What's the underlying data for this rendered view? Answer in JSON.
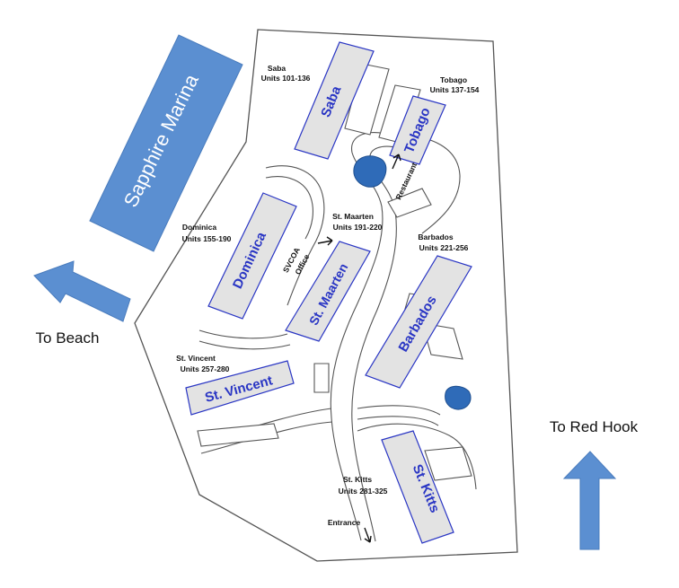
{
  "colors": {
    "marina": "#5b8fd1",
    "arrow": "#5b8fd1",
    "building_fill": "#e3e3e3",
    "building_outline": "#2a36c4",
    "building_text": "#2a36c4",
    "pond": "#2f6bb8"
  },
  "marina": {
    "name": "Sapphire Marina"
  },
  "directions": {
    "beach": "To Beach",
    "red_hook": "To Red Hook"
  },
  "buildings": {
    "saba": {
      "name": "Saba",
      "title": "Saba",
      "units": "Units 101-136"
    },
    "tobago": {
      "name": "Tobago",
      "title": "Tobago",
      "units": "Units 137-154"
    },
    "dominica": {
      "name": "Dominica",
      "title": "Dominica",
      "units": "Units 155-190"
    },
    "st_maarten": {
      "name": "St. Maarten",
      "title": "St. Maarten",
      "units": "Units 191-220"
    },
    "barbados": {
      "name": "Barbados",
      "title": "Barbados",
      "units": "Units 221-256"
    },
    "st_vincent": {
      "name": "St. Vincent",
      "title": "St. Vincent",
      "units": "Units 257-280"
    },
    "st_kitts": {
      "name": "St. Kitts",
      "title": "St. Kitts",
      "units": "Units 281-325"
    }
  },
  "labels": {
    "restaurant": "Restaurant",
    "office_line1": "SVCOA",
    "office_line2": "Office",
    "entrance": "Entrance"
  },
  "icons": [
    "arrow-left-icon",
    "arrow-up-icon",
    "pointer-arrow-icon",
    "pond-icon"
  ]
}
